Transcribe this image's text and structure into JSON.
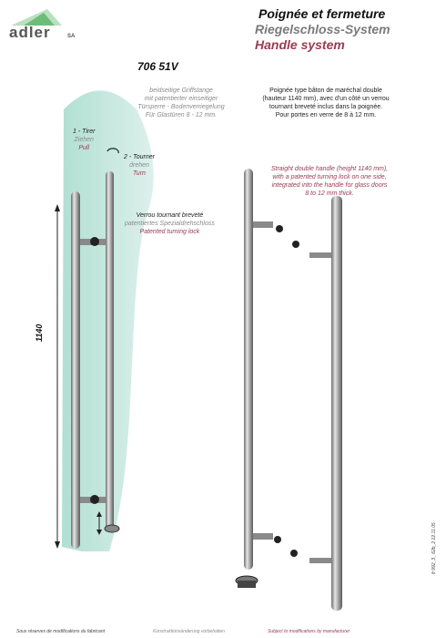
{
  "brand": {
    "logo_text": "adler",
    "logo_suffix": "SA"
  },
  "titles": {
    "fr": "Poignée et fermeture",
    "de": "Riegelschloss-System",
    "en": "Handle system"
  },
  "model": "706 51V",
  "desc_de": [
    "beidseitige Griffstange",
    "mit patentierter einseitiger",
    "Türsperre - Bodenverriegelung",
    "Für Glastüren 8 - 12 mm."
  ],
  "desc_fr": [
    "Poignée type bâton de maréchal double",
    "(hauteur 1140 mm), avec d'un côté un verrou",
    "tournant breveté inclus dans la poignée.",
    "Pour portes en verre de 8 à 12 mm."
  ],
  "desc_en": [
    "Straight double handle (height 1140 mm),",
    "with a patented turning lock on one side,",
    "integrated into the handle for glass doors",
    "8 to 12 mm thick."
  ],
  "step1": {
    "fr": "1 - Tirer",
    "de": "Ziehen",
    "en": "Pull"
  },
  "step2": {
    "fr": "2 - Tourner",
    "de": "drehen",
    "en": "Turn"
  },
  "lock": {
    "fr": "Verrou tournant breveté",
    "de": "patentiertes Spezialdrehschloss",
    "en": "Patented turning lock"
  },
  "dimension": "1140",
  "footer": {
    "fr": "Sous réserves de modifications du fabricant",
    "de": "Konstruktionsänderung vorbehalten",
    "en": "Subject to modifications by manufacturer"
  },
  "doc_ref": "ft 992_3_ 62b_2   22.11.05",
  "colors": {
    "accent": "#9b3b52",
    "gray_text": "#8a8a8a",
    "glass": "#bfe3d8",
    "logo_green": "#3aa54a"
  }
}
